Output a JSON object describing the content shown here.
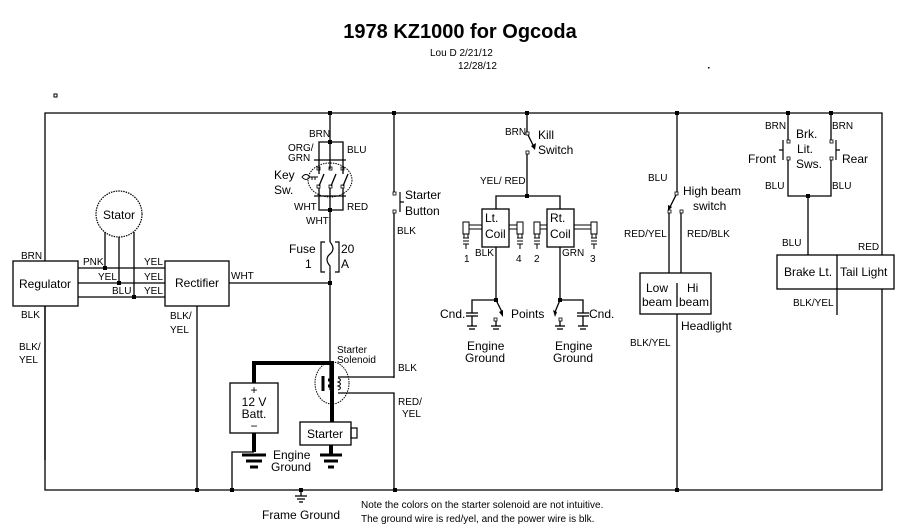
{
  "title": "1978 KZ1000 for Ogcoda",
  "author_line": "Lou D 2/21/12",
  "revision_line": "12/28/12",
  "components": {
    "stator": "Stator",
    "regulator": "Regulator",
    "rectifier": "Rectifier",
    "key_switch": [
      "Key",
      "Sw."
    ],
    "fuse": [
      "Fuse",
      "1"
    ],
    "fuse_rating": [
      "20",
      "A"
    ],
    "starter_button": [
      "Starter",
      "Button"
    ],
    "kill_switch": [
      "Kill",
      "Switch"
    ],
    "lt_coil": [
      "Lt.",
      "Coil"
    ],
    "rt_coil": [
      "Rt.",
      "Coil"
    ],
    "points": "Points",
    "condenser": "Cnd.",
    "engine_ground": [
      "Engine",
      "Ground"
    ],
    "high_beam_switch": [
      "High beam",
      "switch"
    ],
    "low_beam": [
      "Low",
      "beam"
    ],
    "hi_beam": [
      "Hi",
      "beam"
    ],
    "headlight": "Headlight",
    "brake_switches": [
      "Brk.",
      "Lit.",
      "Sws."
    ],
    "front": "Front",
    "rear": "Rear",
    "brake_light": "Brake Lt.",
    "tail_light": "Tail Light",
    "starter_solenoid": [
      "Starter",
      "Solenoid"
    ],
    "battery": [
      "+",
      "12 V",
      "Batt.",
      "−"
    ],
    "starter": "Starter",
    "frame_ground": "Frame Ground",
    "plugs": [
      "1",
      "4",
      "2",
      "3"
    ]
  },
  "wires": {
    "brn": "BRN",
    "blk": "BLK",
    "blk_yel": [
      "BLK/",
      "YEL"
    ],
    "pnk": "PNK",
    "yel": "YEL",
    "blu": "BLU",
    "wht": "WHT",
    "org_grn": [
      "ORG/",
      "GRN"
    ],
    "red": "RED",
    "yel_red": "YEL/ RED",
    "grn": "GRN",
    "red_yel": "RED/YEL",
    "red_blk": "RED/BLK",
    "blk_yel_inline": "BLK/YEL",
    "red_yel_split": [
      "RED/",
      "YEL"
    ]
  },
  "note": [
    "Note the colors on the starter solenoid are not intuitive.",
    "The ground wire is red/yel, and the power wire is blk."
  ]
}
